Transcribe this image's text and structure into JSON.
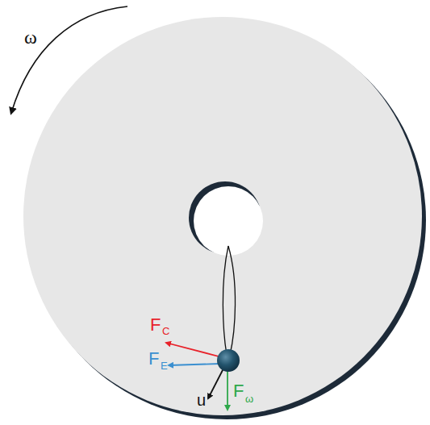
{
  "diagram": {
    "labels": [
      "ω",
      "F",
      "C",
      "F",
      "E",
      "u",
      "F",
      "ω"
    ]
  }
}
